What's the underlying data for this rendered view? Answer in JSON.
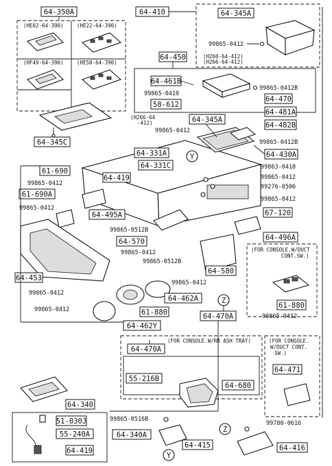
{
  "callouts": {
    "c64350A": "64-350A",
    "c64410": "64-410",
    "c64345A_top": "64-345A",
    "c64345C": "64-345C",
    "c64450": "64-450",
    "c64461B": "64-461B",
    "c58612": "58-612",
    "c64470": "64-470",
    "c64481A": "64-481A",
    "c64482B": "64-482B",
    "c64345A_mid": "64-345A",
    "c64430A": "64-430A",
    "c64331A": "64-331A",
    "c64331C": "64-331C",
    "c61690": "61-690",
    "c64419_top": "64-419",
    "c61690A": "61-690A",
    "c64495A": "64-495A",
    "c67120": "67-120",
    "c64496A": "64-496A",
    "c64570": "64-570",
    "c64580": "64-580",
    "c64453": "64-453",
    "c64462A": "64-462A",
    "c61880_mid": "61-880",
    "c64462Y": "64-462Y",
    "c64470A_mid": "64-470A",
    "c61880_right": "61-880",
    "c64470A_bot": "64-470A",
    "c55216B": "55-216B",
    "c64680": "64-680",
    "c64471": "64-471",
    "c64340": "64-340",
    "c51030J": "51-030J",
    "c55240A": "55-240A",
    "c64340A": "64-340A",
    "c64419_bot": "64-419",
    "c64415": "64-415",
    "c64416": "64-416"
  },
  "part_numbers": {
    "p_0412_top": "99865-0412",
    "p_0412B_a": "99865-0412B",
    "p_0410": "99865-0410",
    "p_0412_mid": "99865-0412",
    "p_0412B_b": "99865-0412B",
    "p_99863": "99863-0410",
    "p_0412_r": "99865-0412",
    "p_99276": "99276-0506",
    "p_0412_r2": "99865-0412",
    "p_0412_l1": "99865-0412",
    "p_0412_l2": "99865-0412",
    "p_0512B_a": "99865-0512B",
    "p_0412_c": "99865-0412",
    "p_0512B_b": "99865-0512B",
    "p_0412_d": "99865-0412",
    "p_0412_e": "99865-0412",
    "p_0412_f": "99865-0412",
    "p_0412_g": "99865-0412",
    "p_0516B": "99865-0516B",
    "p_99780": "99780-0616"
  },
  "codes": {
    "he02": "(HE02-64-390)",
    "he22": "(HE22-64-390)",
    "hf49": "(HF49-64-390)",
    "he50": "(HE50-64-390)",
    "h260": "(H260-64-412)",
    "h266": "(H266-64-412)",
    "h266b": "(H266-64",
    "h266c": "-412)"
  },
  "notes": {
    "duct1": "(FOR CONSOLE.W/DUCT",
    "duct2": "CONT.SW.)",
    "ash": "(FOR CONSOLE.W/RR ASH TRAY)",
    "duct3": "(FOR CONSOLE.",
    "duct4": "W/DUCT CONT.",
    "duct5": "SW.)"
  },
  "markers": {
    "y": "Y",
    "z": "Z"
  }
}
